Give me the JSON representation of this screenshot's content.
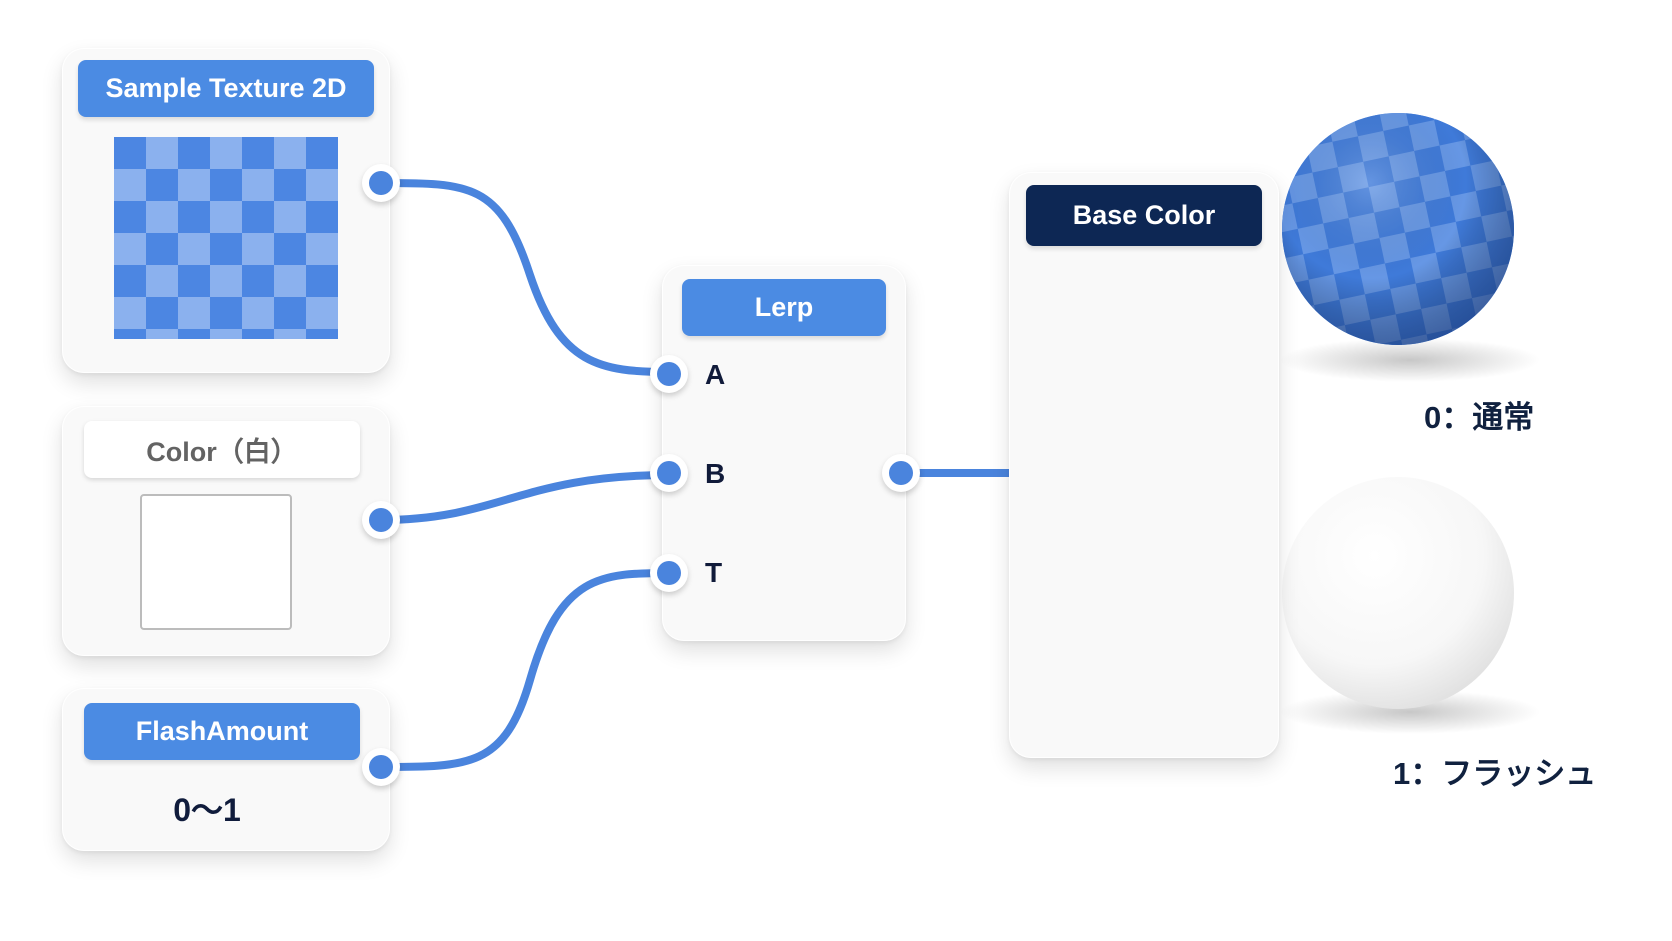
{
  "nodes": {
    "sample_texture": {
      "title": "Sample Texture 2D"
    },
    "color": {
      "title": "Color（白）"
    },
    "flash_amount": {
      "title": "FlashAmount",
      "value": "0〜1"
    },
    "lerp": {
      "title": "Lerp",
      "inputs": [
        "A",
        "B",
        "T"
      ]
    },
    "base_color": {
      "title": "Base Color"
    }
  },
  "previews": {
    "normal": {
      "label": "0：通常"
    },
    "flash": {
      "label": "1：フラッシュ"
    }
  },
  "colors": {
    "accent": "#4b8be3",
    "wire": "#4a84dd",
    "navy": "#0d2754",
    "checker_dark": "#4c86e2",
    "checker_light": "#8bb1ee"
  }
}
